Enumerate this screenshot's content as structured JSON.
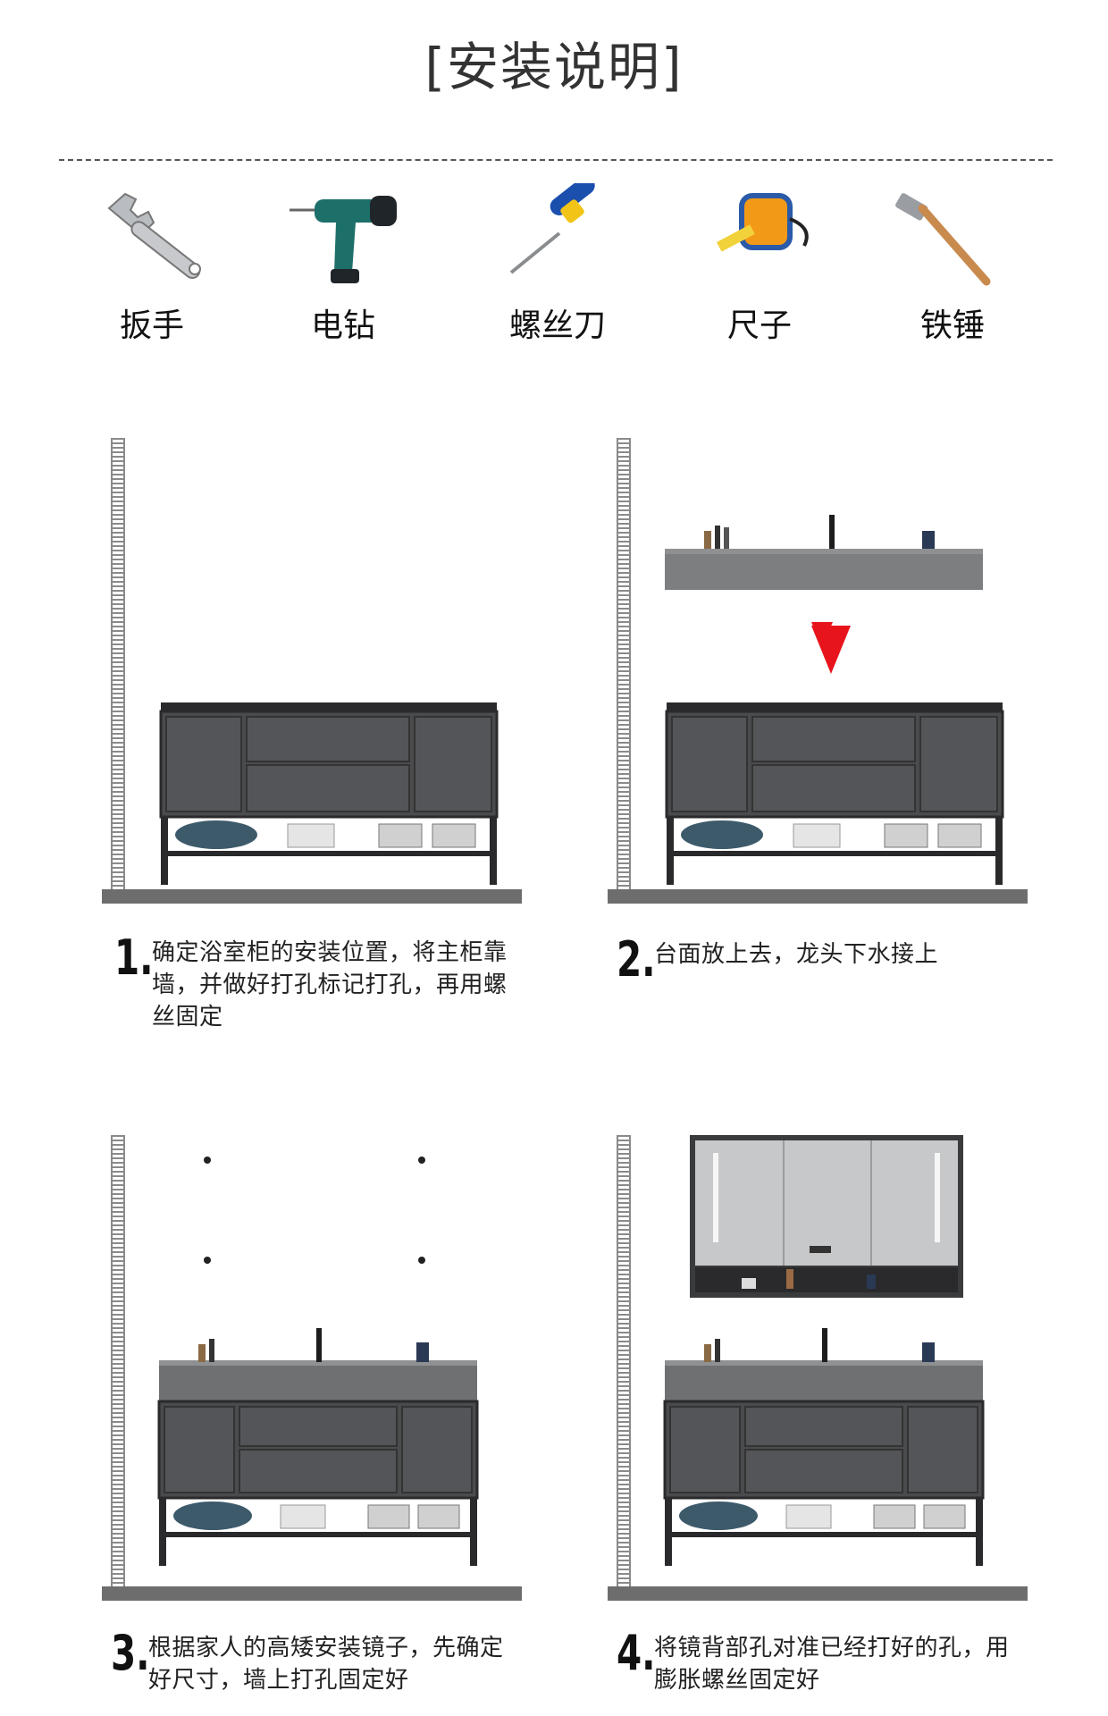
{
  "title": "[安装说明]",
  "tools": [
    {
      "label": "扳手",
      "icon": "wrench-icon"
    },
    {
      "label": "电钻",
      "icon": "drill-icon"
    },
    {
      "label": "螺丝刀",
      "icon": "screwdriver-icon"
    },
    {
      "label": "尺子",
      "icon": "tape-measure-icon"
    },
    {
      "label": "铁锤",
      "icon": "hammer-icon"
    }
  ],
  "steps": [
    {
      "number": "1.",
      "text": "确定浴室柜的安装位置，将主柜靠墙，并做好打孔标记打孔，再用螺丝固定"
    },
    {
      "number": "2.",
      "text": "台面放上去，龙头下水接上"
    },
    {
      "number": "3.",
      "text": "根据家人的高矮安装镜子，先确定好尺寸，墙上打孔固定好"
    },
    {
      "number": "4.",
      "text": "将镜背部孔对准已经打好的孔，用膨胀螺丝固定好"
    }
  ],
  "colors": {
    "cabinet": "#4a4b4d",
    "frame": "#2a2a2c",
    "arrow": "#e8141c",
    "floor": "#6d6d6d"
  }
}
